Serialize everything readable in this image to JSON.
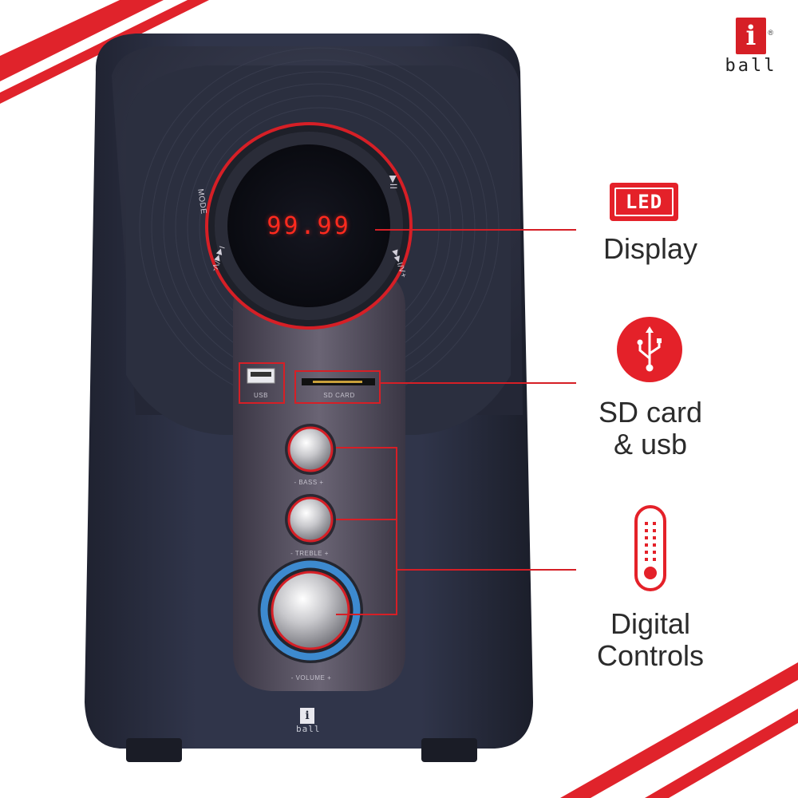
{
  "brand": {
    "logo_letter": "i",
    "logo_word": "ball",
    "registered_mark": "®"
  },
  "speaker": {
    "display_readout": "99.99",
    "buttons": {
      "mode": "MODE",
      "play_pause": "▶II",
      "prev_volume_down": "I◀◀/V-",
      "next_volume_up": "▶▶I/V+"
    },
    "ports": {
      "usb": "USB",
      "sd_card": "SD CARD"
    },
    "knobs": {
      "bass": "- BASS +",
      "treble": "- TREBLE +",
      "volume": "- VOLUME +"
    },
    "front_logo_letter": "i",
    "front_logo_word": "ball"
  },
  "features": [
    {
      "icon": "led-display-icon",
      "badge_text": "LED",
      "label": "Display"
    },
    {
      "icon": "usb-icon",
      "label_line1": "SD card",
      "label_line2": "& usb"
    },
    {
      "icon": "remote-control-icon",
      "label_line1": "Digital",
      "label_line2": "Controls"
    }
  ],
  "colors": {
    "accent_red": "#e42129",
    "speaker_body": "#2e3242",
    "panel": "#5a5566",
    "volume_ring": "#3f8fd8"
  }
}
